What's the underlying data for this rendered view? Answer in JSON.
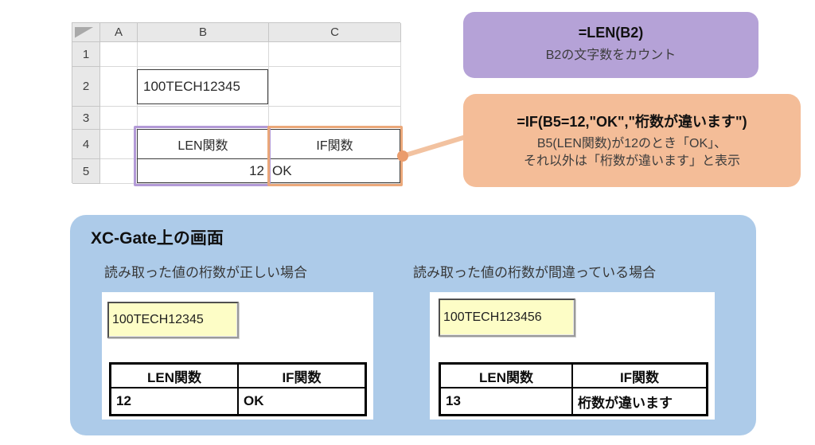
{
  "colors": {
    "callout_len_bg": "#b5a2d7",
    "callout_if_bg": "#f4bd98",
    "connector_line": "#f2c2a0",
    "connector_dot": "#ea9c6c",
    "purple_outline": "#b39ad7",
    "orange_outline": "#eba87a",
    "xcgate_panel_bg": "#adcbe9",
    "input_field_bg": "#fdfdc6",
    "sheet_header_bg": "#e8e8e8"
  },
  "spreadsheet": {
    "col_headers": [
      "A",
      "B",
      "C"
    ],
    "row_headers": [
      "1",
      "2",
      "3",
      "4",
      "5"
    ],
    "cells": {
      "B2": "100TECH12345",
      "B4": "LEN関数",
      "C4": "IF関数",
      "B5": "12",
      "C5": "OK"
    }
  },
  "callout_len": {
    "formula": "=LEN(B2)",
    "description": "B2の文字数をカウント"
  },
  "callout_if": {
    "formula": "=IF(B5=12,\"OK\",\"桁数が違います\")",
    "description_line1": "B5(LEN関数)が12のとき「OK」、",
    "description_line2": "それ以外は「桁数が違います」と表示"
  },
  "xcgate": {
    "title": "XC-Gate上の画面",
    "cases": [
      {
        "label": "読み取った値の桁数が正しい場合",
        "input_value": "100TECH12345",
        "table": {
          "headers": [
            "LEN関数",
            "IF関数"
          ],
          "values": [
            "12",
            "OK"
          ]
        }
      },
      {
        "label": "読み取った値の桁数が間違っている場合",
        "input_value": "100TECH123456",
        "table": {
          "headers": [
            "LEN関数",
            "IF関数"
          ],
          "values": [
            "13",
            "桁数が違います"
          ]
        }
      }
    ]
  }
}
